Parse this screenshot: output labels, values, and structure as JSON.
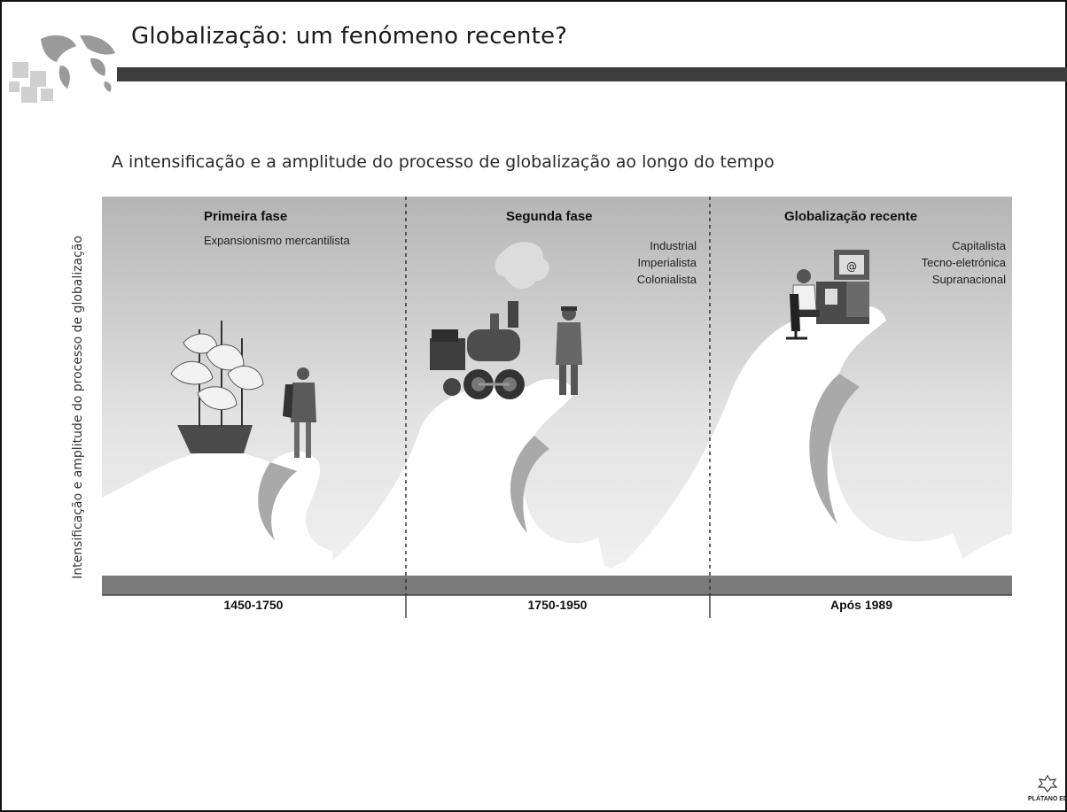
{
  "slide": {
    "title": "Globalização: um fenómeno recente?",
    "subtitle": "A intensificação e a amplitude do processo de globalização ao longo do tempo"
  },
  "diagram": {
    "y_axis_label": "Intensificação e amplitude do processo de globalização",
    "phases": [
      {
        "name": "Primeira fase",
        "descriptors": [
          "Expansionismo mercantilista"
        ],
        "period": "1450-1750",
        "illustration": "caravel-ship-and-navigator"
      },
      {
        "name": "Segunda fase",
        "descriptors": [
          "Industrial",
          "Imperialista",
          "Colonialista"
        ],
        "period": "1750-1950",
        "illustration": "steam-locomotive-and-worker"
      },
      {
        "name": "Globalização recente",
        "descriptors": [
          "Capitalista",
          "Tecno-eletrónica",
          "Supranacional"
        ],
        "period": "Após 1989",
        "illustration": "person-at-computer"
      }
    ],
    "relative_wave_height": [
      1,
      2,
      3
    ]
  },
  "footer": {
    "publisher": "PLÁTANO EDITORA"
  },
  "colors": {
    "title_bar": "#3d3d3d",
    "sky_top": "#b5b5b5",
    "sky_bottom": "#efefef",
    "wave_curl": "#a9a9a9",
    "sea_base": "#7a7a7a"
  }
}
